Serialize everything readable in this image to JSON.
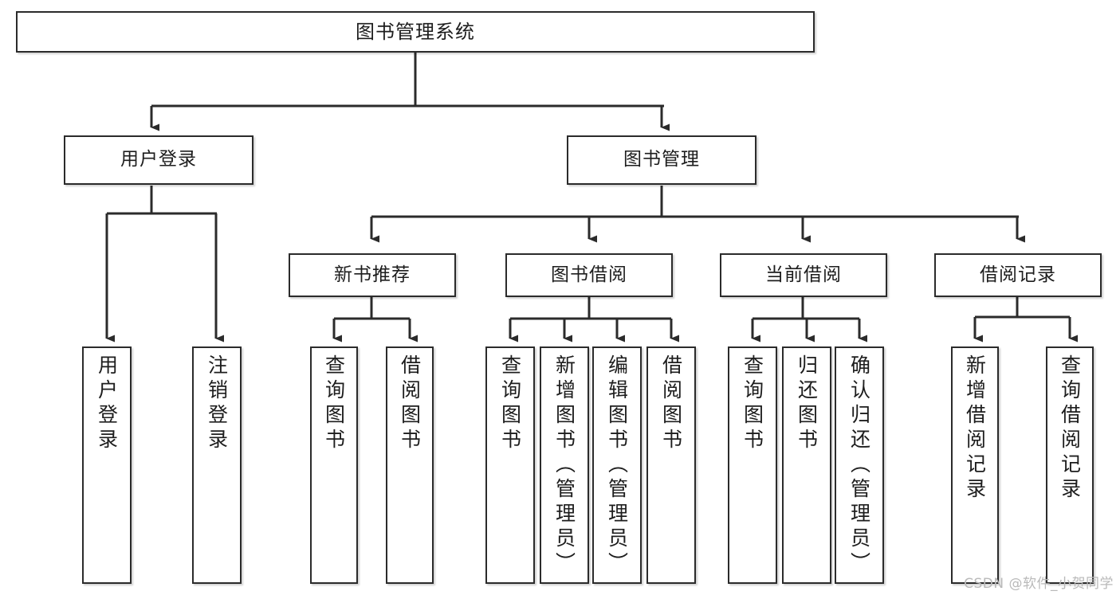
{
  "diagram": {
    "title": "图书管理系统",
    "type": "tree-hierarchy-chart",
    "watermark": "CSDN @软件_小贺同学",
    "colors": {
      "node_border": "#2b2b2b",
      "node_fill": "#ffffff",
      "edge": "#2b2b2b",
      "text": "#1d1d1d",
      "watermark": "#b9b9b9"
    },
    "levels": {
      "root": {
        "label": "图书管理系统"
      },
      "level1": [
        {
          "id": "user-login",
          "label": "用户登录"
        },
        {
          "id": "book-management",
          "label": "图书管理"
        }
      ],
      "level2": [
        {
          "id": "new-book-recommend",
          "label": "新书推荐"
        },
        {
          "id": "book-borrow",
          "label": "图书借阅"
        },
        {
          "id": "current-borrow",
          "label": "当前借阅"
        },
        {
          "id": "borrow-record",
          "label": "借阅记录"
        }
      ],
      "leaves": {
        "user-login": [
          {
            "id": "leaf-user-login",
            "label": "用户登录"
          },
          {
            "id": "leaf-logout",
            "label": "注销登录"
          }
        ],
        "new-book-recommend": [
          {
            "id": "leaf-query-book-1",
            "label": "查询图书"
          },
          {
            "id": "leaf-borrow-book-1",
            "label": "借阅图书"
          }
        ],
        "book-borrow": [
          {
            "id": "leaf-query-book-2",
            "label": "查询图书"
          },
          {
            "id": "leaf-add-book",
            "label": "新增图书（管理员）"
          },
          {
            "id": "leaf-edit-book",
            "label": "编辑图书（管理员）"
          },
          {
            "id": "leaf-borrow-book-2",
            "label": "借阅图书"
          }
        ],
        "current-borrow": [
          {
            "id": "leaf-query-book-3",
            "label": "查询图书"
          },
          {
            "id": "leaf-return-book",
            "label": "归还图书"
          },
          {
            "id": "leaf-confirm-return",
            "label": "确认归还（管理员）"
          }
        ],
        "borrow-record": [
          {
            "id": "leaf-add-record",
            "label": "新增借阅记录"
          },
          {
            "id": "leaf-query-record",
            "label": "查询借阅记录"
          }
        ]
      }
    }
  }
}
